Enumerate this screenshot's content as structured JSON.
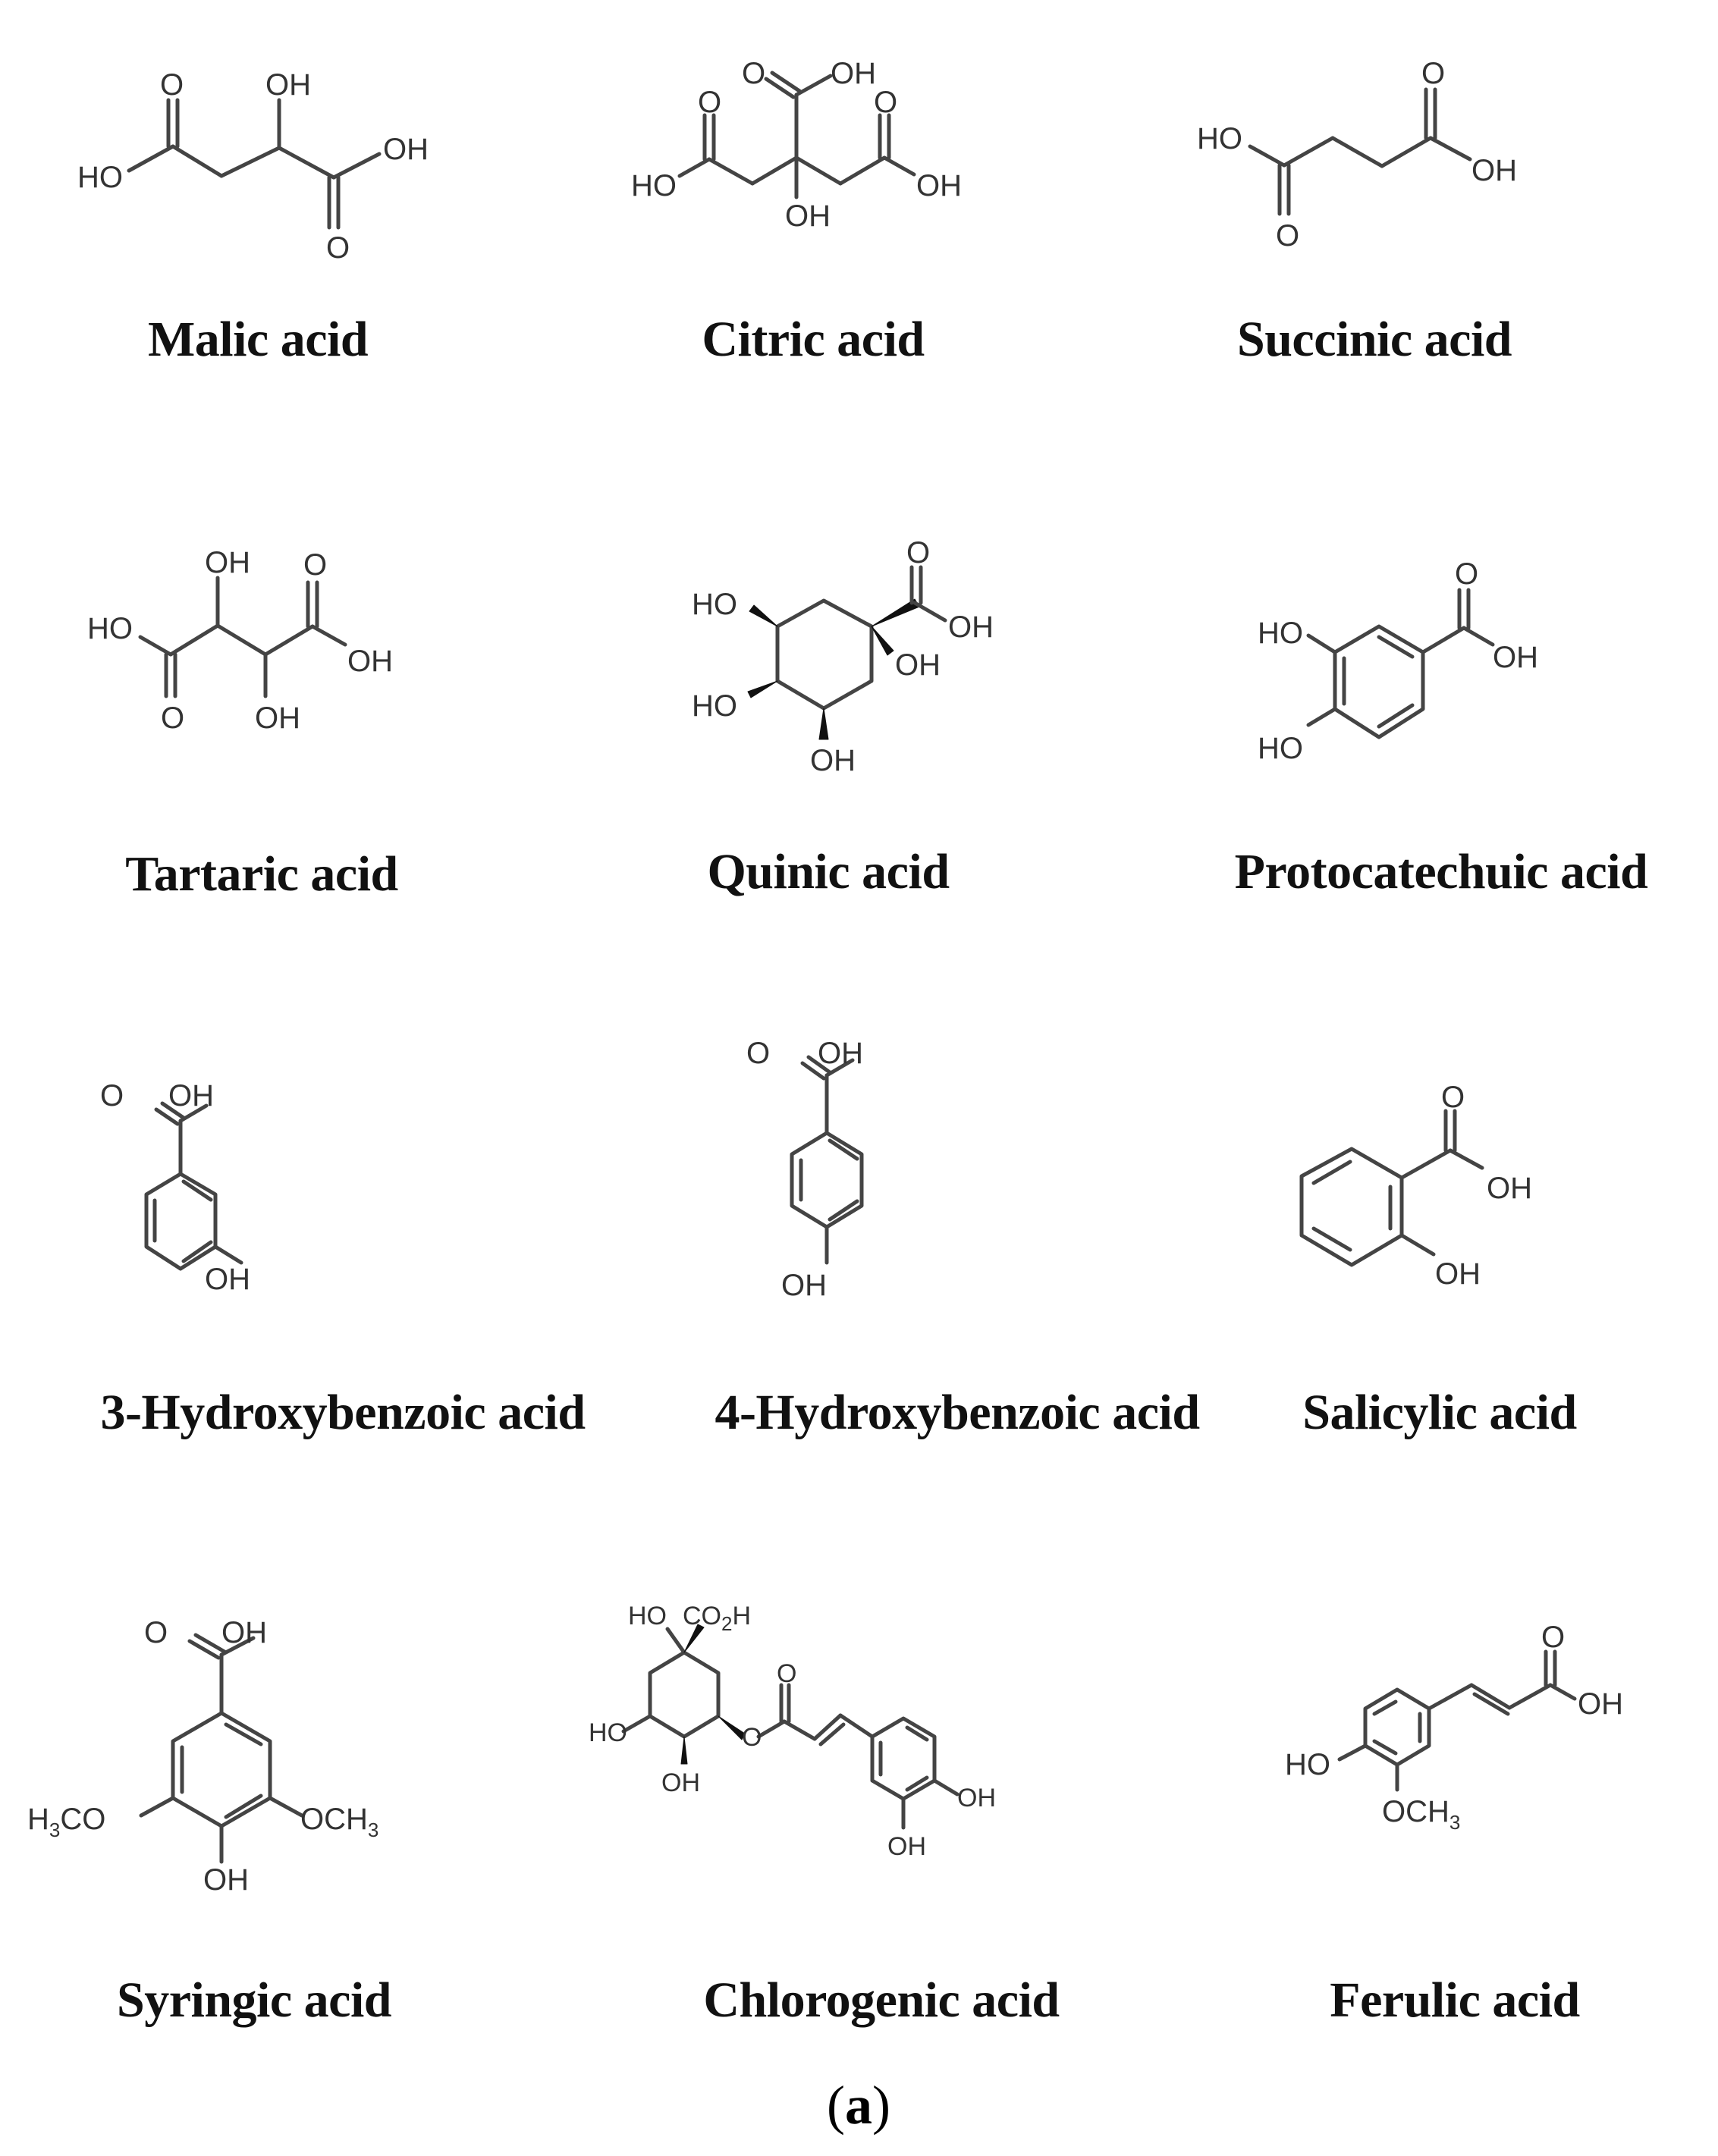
{
  "figure": {
    "panel_caption_open": "(",
    "panel_caption_letter": "a",
    "panel_caption_close": ")",
    "compounds": [
      {
        "name": "Malic acid",
        "atoms": {
          "o_top": "O",
          "oh_top": "OH",
          "ho_left": "HO",
          "oh_right": "OH",
          "o_bottom": "O"
        }
      },
      {
        "name": "Citric acid",
        "atoms": {
          "o_top": "O",
          "oh_top": "OH",
          "o_left": "O",
          "o_right": "O",
          "ho_left": "HO",
          "oh_right": "OH",
          "oh_bottom": "OH"
        }
      },
      {
        "name": "Succinic acid",
        "atoms": {
          "ho_left": "HO",
          "o_top": "O",
          "oh_right": "OH",
          "o_bottom": "O"
        }
      },
      {
        "name": "Tartaric acid",
        "atoms": {
          "oh_top": "OH",
          "o_top": "O",
          "ho_left": "HO",
          "oh_right": "OH",
          "o_bottom": "O",
          "oh_bottom": "OH"
        }
      },
      {
        "name": "Quinic acid",
        "atoms": {
          "o_top": "O",
          "ho_top_left": "HO",
          "oh_right": "OH",
          "oh_mid": "OH",
          "ho_bottom_left": "HO",
          "oh_bottom": "OH"
        }
      },
      {
        "name": "Protocatechuic acid",
        "atoms": {
          "o_top": "O",
          "ho_top": "HO",
          "oh_right": "OH",
          "ho_bottom": "HO"
        }
      },
      {
        "name": "3-Hydroxybenzoic acid",
        "atoms": {
          "o_top": "O",
          "oh_top": "OH",
          "oh_bottom": "OH"
        }
      },
      {
        "name": "4-Hydroxybenzoic acid",
        "atoms": {
          "o_top": "O",
          "oh_top": "OH",
          "oh_bottom": "OH"
        }
      },
      {
        "name": "Salicylic acid",
        "atoms": {
          "o_top": "O",
          "oh_right": "OH",
          "oh_bottom": "OH"
        }
      },
      {
        "name": "Syringic acid",
        "atoms": {
          "o_top": "O",
          "oh_top": "OH",
          "h3co_left": "H",
          "h3co_left_sub": "3",
          "h3co_left_rest": "CO",
          "och3_right": "OCH",
          "och3_right_sub": "3",
          "oh_bottom": "OH"
        }
      },
      {
        "name": "Chlorogenic acid",
        "atoms": {
          "ho_top": "HO",
          "co2h": "CO",
          "co2h_sub": "2",
          "co2h_rest": "H",
          "ho_left": "HO",
          "oh_ring": "OH",
          "o_ester": "O",
          "o_carbonyl": "O",
          "oh_right": "OH",
          "oh_bottom": "OH"
        }
      },
      {
        "name": "Ferulic acid",
        "atoms": {
          "o_top": "O",
          "oh_right": "OH",
          "ho_left": "HO",
          "och3": "OCH",
          "och3_sub": "3"
        }
      }
    ]
  }
}
